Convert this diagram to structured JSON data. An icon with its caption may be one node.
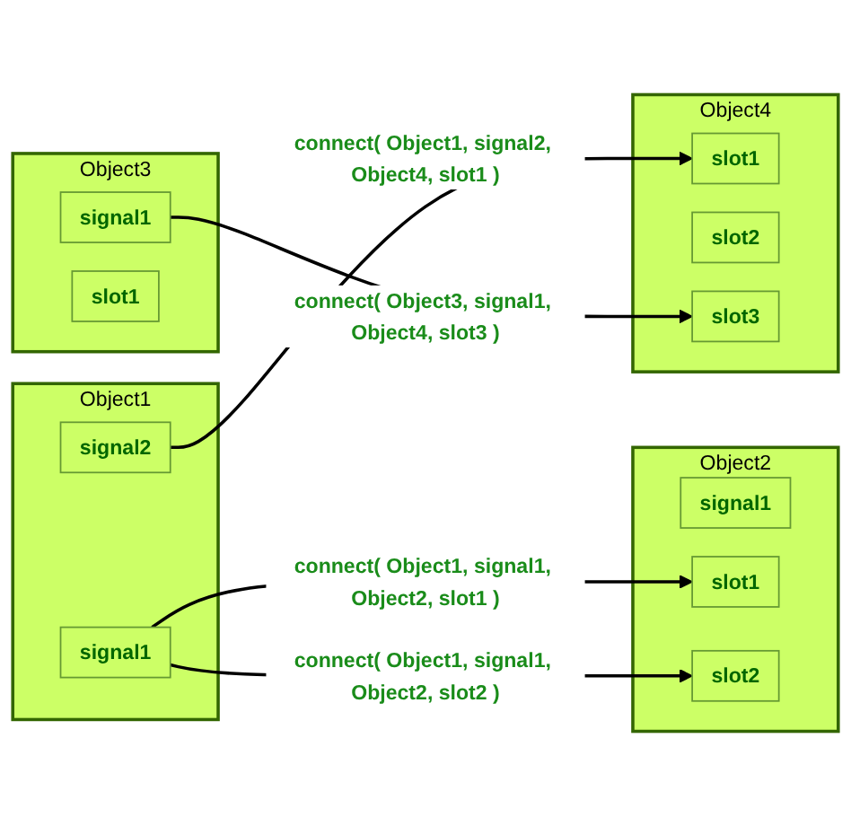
{
  "diagram": {
    "nodes": [
      {
        "text": [
          "Object1"
        ]
      },
      {
        "text": [
          "signal1"
        ],
        "in": 0
      },
      {
        "text": [
          "signal2"
        ],
        "in": 0
      },
      {
        "text": [
          "Object2"
        ]
      },
      {
        "text": [
          "signal1"
        ],
        "in": 3
      },
      {
        "text": [
          "slot1"
        ],
        "in": 3
      },
      {
        "text": [
          "slot2"
        ],
        "in": 3
      },
      {
        "text": [
          "Object3"
        ]
      },
      {
        "text": [
          "signal1"
        ],
        "in": 7
      },
      {
        "text": [
          "slot1"
        ],
        "in": 7
      },
      {
        "text": [
          "Object4"
        ]
      },
      {
        "text": [
          "slot1"
        ],
        "in": 10
      },
      {
        "text": [
          "slot2"
        ],
        "in": 10
      },
      {
        "text": [
          "slot3"
        ],
        "in": 10
      }
    ],
    "edges": [
      {
        "from": 1,
        "to": 5,
        "arrow": "to",
        "label": "connect( Object1, signal1, Object2, slot1 )"
      },
      {
        "from": 1,
        "to": 6,
        "arrow": "to",
        "label": "connect( Object1, signal1, Object2, slot2 )"
      },
      {
        "from": 2,
        "to": 11,
        "arrow": "to",
        "label": "connect( Object1, signal2, Object4, slot1 )"
      },
      {
        "from": 8,
        "to": 13,
        "arrow": "to",
        "label": "connect( Object3, signal1, Object4, slot3 )"
      }
    ]
  }
}
